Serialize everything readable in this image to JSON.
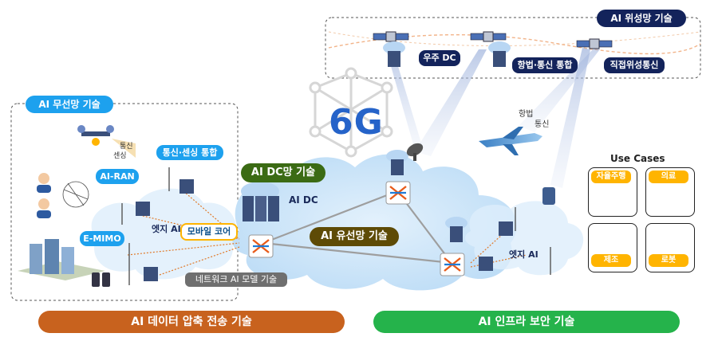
{
  "labels": {
    "wireless_tech": "AI 무선망 기술",
    "satellite_tech": "AI 위성망 기술",
    "space_dc": "우주 DC",
    "anti_law_comm": "항법·통신 통합",
    "direct_satellite": "직접위성통신",
    "comm_small": "통신",
    "sensing_small": "센싱",
    "comm_sensing": "통신·센싱 통합",
    "ai_ran": "AI-RAN",
    "edge_ai_left": "엣지 AI",
    "e_mimo": "E-MIMO",
    "mobile_core": "모바일 코어",
    "network_ai_model": "네트워크 AI 모델 기술",
    "ai_dc_net": "AI DC망 기술",
    "ai_dc": "AI DC",
    "six_g": "6G",
    "ai_wired": "AI 유선망 기술",
    "nav_comm_line1": "항법",
    "nav_comm_line2": "통신",
    "edge_ai_right": "엣지 AI",
    "use_cases": "Use Cases",
    "autonomous": "자율주행",
    "medical": "의료",
    "manufacturing": "제조",
    "robot": "로봇",
    "data_compress": "AI 데이터 압축 전송 기술",
    "infra_security": "AI 인프라 보안 기술"
  },
  "colors": {
    "sky_blue": "#1da1ee",
    "navy": "#13235b",
    "dark_green": "#3b6b14",
    "olive": "#5e4b06",
    "orange_band": "#c8621e",
    "green_band": "#25b34b",
    "accent_orange": "#ffb400",
    "six_g_blue": "#2563c9"
  }
}
